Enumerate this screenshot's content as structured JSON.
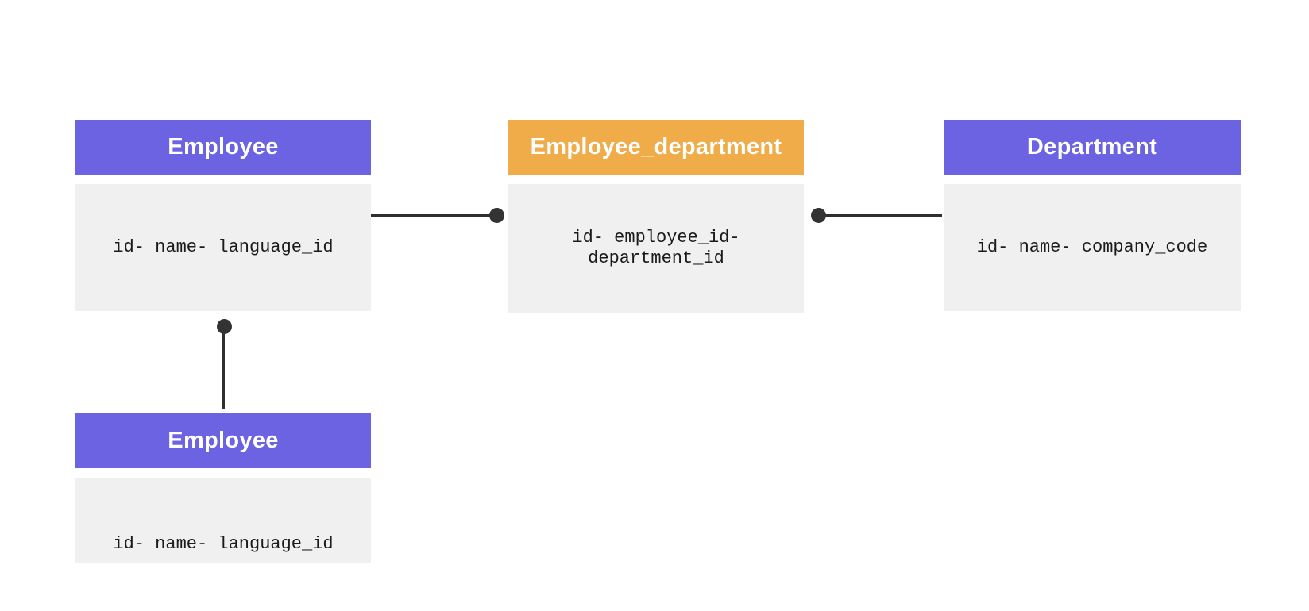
{
  "colors": {
    "purple_header": "#6C63E2",
    "orange_header": "#EFAC48",
    "body_bg": "#F0F0F0",
    "connector": "#2F2F2F",
    "dot": "#333333",
    "header_text": "#FFFFFF",
    "canvas_bg": "#FFFFFF"
  },
  "entities": [
    {
      "title": "Employee",
      "fields": "id- name- language_id",
      "header_color": "#6C63E2"
    },
    {
      "title": "Employee_department",
      "fields": "id- employee_id- department_id",
      "header_color": "#EFAC48"
    },
    {
      "title": "Department",
      "fields": "id- name- company_code",
      "header_color": "#6C63E2"
    },
    {
      "title": "Employee",
      "fields": "id- name- language_id",
      "header_color": "#6C63E2"
    }
  ],
  "connectors": [
    {
      "from": "Employee",
      "to": "Employee_department",
      "dot_end": "Employee_department"
    },
    {
      "from": "Employee_department",
      "to": "Department",
      "dot_end": "Employee_department"
    },
    {
      "from": "Employee",
      "to": "Employee",
      "dot_end": "top Employee"
    }
  ]
}
